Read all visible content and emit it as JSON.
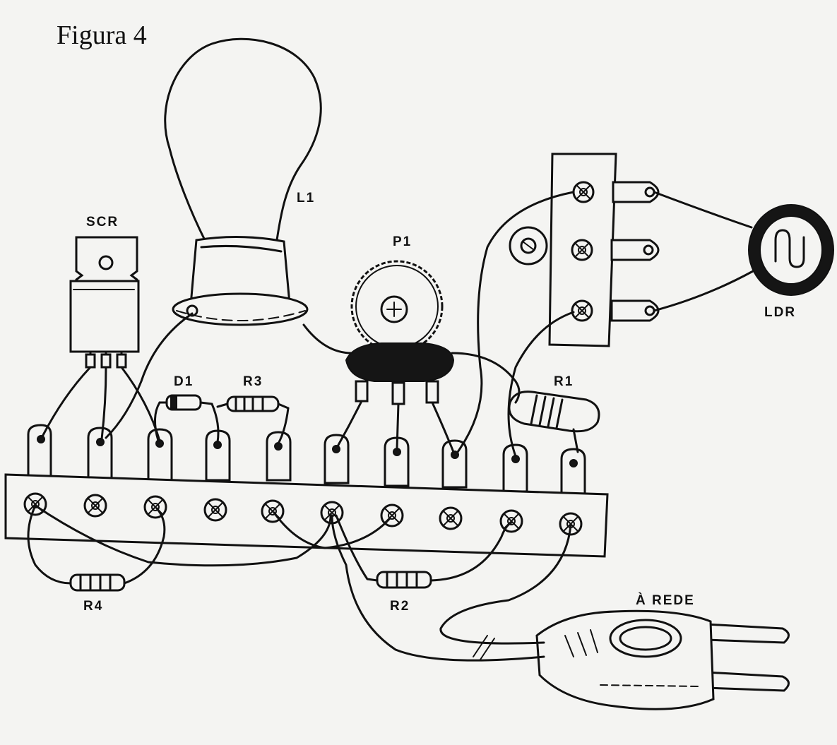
{
  "figure": {
    "title": "Figura 4"
  },
  "labels": {
    "l1": "L1",
    "scr": "SCR",
    "p1": "P1",
    "ldr": "LDR",
    "d1": "D1",
    "r3": "R3",
    "r1": "R1",
    "r4": "R4",
    "r2": "R2",
    "mains": "À  REDE"
  },
  "components": [
    {
      "id": "L1",
      "type": "incandescent-lamp"
    },
    {
      "id": "SCR",
      "type": "thyristor"
    },
    {
      "id": "P1",
      "type": "potentiometer"
    },
    {
      "id": "LDR",
      "type": "light-dependent-resistor"
    },
    {
      "id": "D1",
      "type": "diode"
    },
    {
      "id": "R1",
      "type": "resistor"
    },
    {
      "id": "R2",
      "type": "resistor"
    },
    {
      "id": "R3",
      "type": "resistor"
    },
    {
      "id": "R4",
      "type": "resistor"
    },
    {
      "id": "plug",
      "type": "mains-plug"
    }
  ],
  "colors": {
    "ink": "#111111",
    "paper": "#f4f4f2"
  }
}
